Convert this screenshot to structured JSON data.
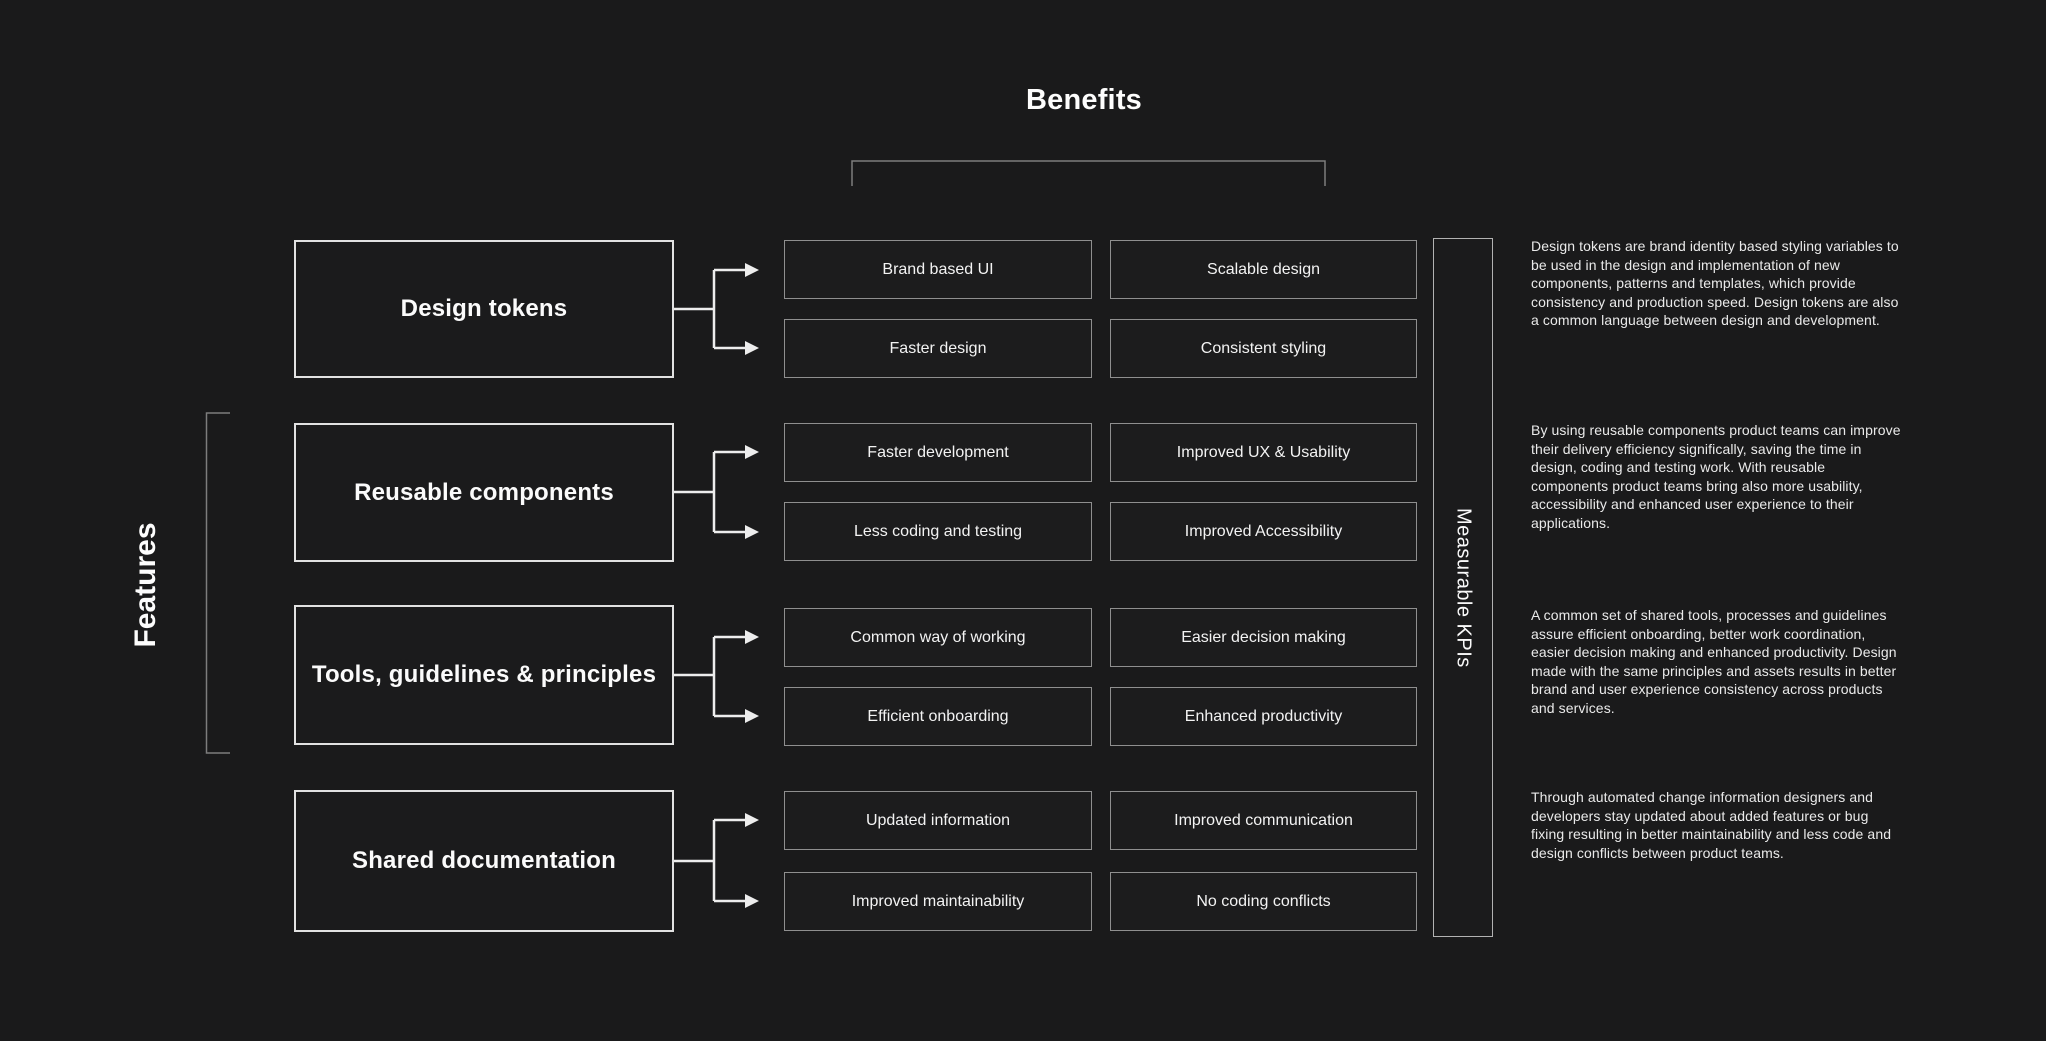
{
  "title": "Benefits",
  "features_label": "Features",
  "kpi_label": "Measurable KPIs",
  "groups": [
    {
      "feature": "Design tokens",
      "rows": [
        [
          "Brand based UI",
          "Scalable design"
        ],
        [
          "Faster design",
          "Consistent styling"
        ]
      ],
      "description": "Design tokens are brand identity based styling variables to be used in the design and implementation of new components, patterns and templates, which provide consistency and production speed. Design tokens are also a common language between design and development."
    },
    {
      "feature": "Reusable components",
      "rows": [
        [
          "Faster development",
          "Improved UX & Usability"
        ],
        [
          "Less coding and testing",
          "Improved Accessibility"
        ]
      ],
      "description": "By using reusable components product teams can improve their delivery efficiency significally, saving the time in design, coding and testing work. With reusable components product teams bring also more usability, accessibility and enhanced user experience to their applications."
    },
    {
      "feature": "Tools, guidelines & principles",
      "rows": [
        [
          "Common way of working",
          "Easier decision making"
        ],
        [
          "Efficient onboarding",
          "Enhanced productivity"
        ]
      ],
      "description": "A common set of shared tools, processes and guidelines assure efficient onboarding, better work coordination, easier decision making and enhanced productivity. Design made with the same principles and assets results in better brand and user experience consistency across products and services."
    },
    {
      "feature": "Shared documentation",
      "rows": [
        [
          "Updated information",
          "Improved communication"
        ],
        [
          "Improved maintainability",
          "No coding conflicts"
        ]
      ],
      "description": "Through automated change information designers and developers stay updated about added features or bug fixing resulting in better maintainability and less code and design conflicts between product teams."
    }
  ],
  "colors": {
    "background": "#1a1a1b",
    "feature_border": "#e2e2e2",
    "benefit_border": "#8f8f8f",
    "kpi_border": "#b2b2b2",
    "connector": "#ededed",
    "bracket": "#7d7d7d",
    "text": "#ffffff"
  }
}
